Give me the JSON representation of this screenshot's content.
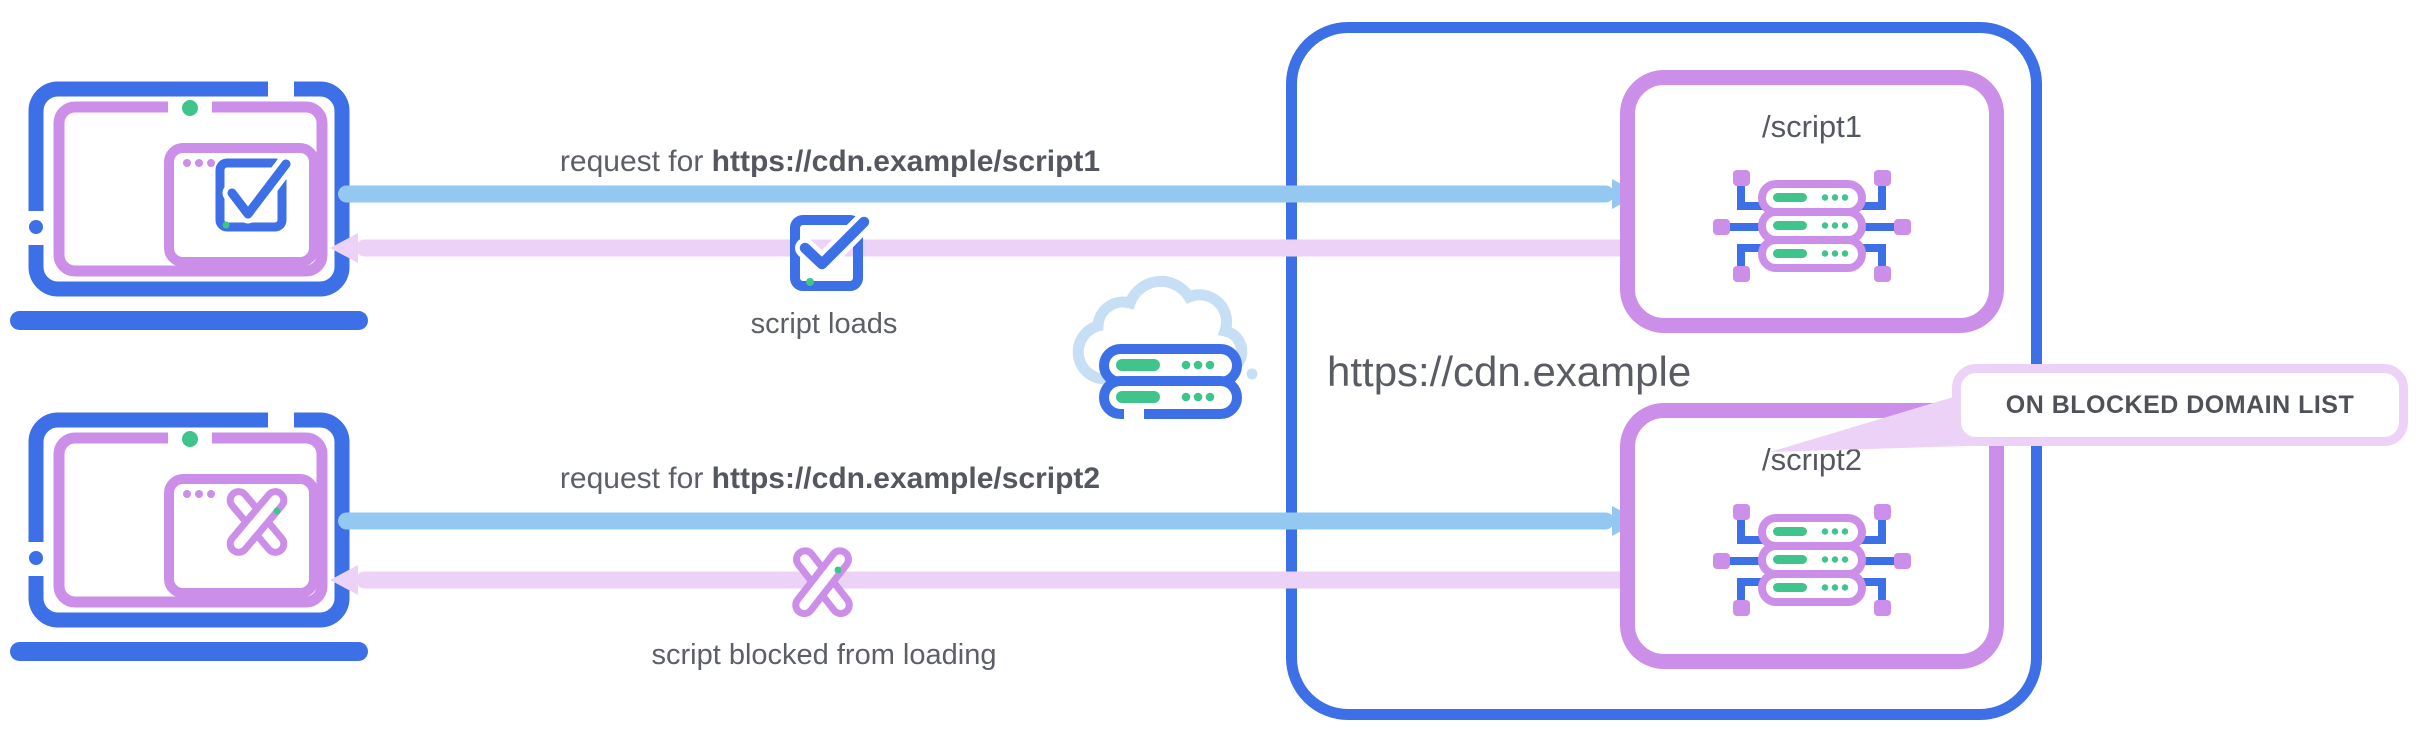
{
  "diagram_title": "CDN script blocking flow",
  "flows": {
    "allowed": {
      "request_prefix": "request for ",
      "request_url": "https://cdn.example/script1",
      "result_label": "script loads",
      "result_icon": "checkmark-icon"
    },
    "blocked": {
      "request_prefix": "request for ",
      "request_url": "https://cdn.example/script2",
      "result_label": "script blocked from loading",
      "result_icon": "cross-icon"
    }
  },
  "cdn": {
    "label": "https://cdn.example",
    "endpoints": [
      "/script1",
      "/script2"
    ]
  },
  "callout": {
    "text": "ON BLOCKED DOMAIN LIST"
  },
  "icons": {
    "client_ok": "laptop-check-icon",
    "client_blocked": "laptop-cross-icon",
    "network": "cloud-server-icon",
    "endpoint": "server-chip-icon"
  },
  "colors": {
    "blue": "#3D6FE6",
    "light_blue_arrow": "#93C8F1",
    "pale_blue_cloud": "#C6DFF4",
    "purple": "#CC8FE9",
    "pink": "#EDD2F8",
    "green": "#3FC48C",
    "text_gray": "#5C6066"
  }
}
